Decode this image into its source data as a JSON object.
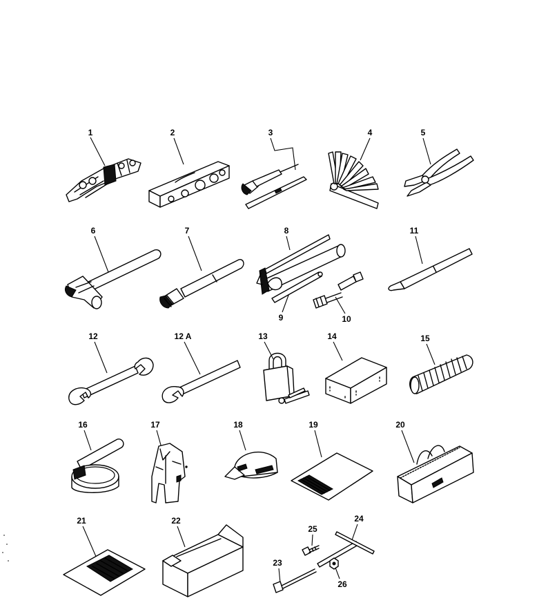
{
  "parts": [
    {
      "id": "p1",
      "label": "1",
      "icon": "wrench-set-icon"
    },
    {
      "id": "p2",
      "label": "2",
      "icon": "socket-set-case-icon"
    },
    {
      "id": "p3",
      "label": "3",
      "icon": "screwdriver-icon"
    },
    {
      "id": "p4",
      "label": "4",
      "icon": "feeler-gauge-icon"
    },
    {
      "id": "p5",
      "label": "5",
      "icon": "pliers-icon"
    },
    {
      "id": "p6",
      "label": "6",
      "icon": "hammer-icon"
    },
    {
      "id": "p7",
      "label": "7",
      "icon": "socket-handle-icon"
    },
    {
      "id": "p8",
      "label": "8",
      "icon": "grease-gun-icon"
    },
    {
      "id": "p9",
      "label": "9",
      "icon": "grease-gun-nozzle-icon"
    },
    {
      "id": "p10",
      "label": "10",
      "icon": "grease-nozzle-adapter-icon"
    },
    {
      "id": "p11",
      "label": "11",
      "icon": "pry-bar-icon"
    },
    {
      "id": "p12",
      "label": "12",
      "icon": "double-end-wrench-icon"
    },
    {
      "id": "p12a",
      "label": "12 A",
      "icon": "single-end-wrench-icon"
    },
    {
      "id": "p13",
      "label": "13",
      "icon": "padlock-icon"
    },
    {
      "id": "p14",
      "label": "14",
      "icon": "box-icon"
    },
    {
      "id": "p15",
      "label": "15",
      "icon": "bellows-hose-icon"
    },
    {
      "id": "p16",
      "label": "16",
      "icon": "filter-wrench-icon"
    },
    {
      "id": "p17",
      "label": "17",
      "icon": "coverall-icon"
    },
    {
      "id": "p18",
      "label": "18",
      "icon": "cap-icon"
    },
    {
      "id": "p19",
      "label": "19",
      "icon": "manual-icon"
    },
    {
      "id": "p20",
      "label": "20",
      "icon": "tool-bag-icon"
    },
    {
      "id": "p21",
      "label": "21",
      "icon": "manual-icon"
    },
    {
      "id": "p22",
      "label": "22",
      "icon": "carton-box-icon"
    },
    {
      "id": "p23",
      "label": "23",
      "icon": "bolt-icon"
    },
    {
      "id": "p24",
      "label": "24",
      "icon": "t-handle-icon"
    },
    {
      "id": "p25",
      "label": "25",
      "icon": "bolt-icon"
    },
    {
      "id": "p26",
      "label": "26",
      "icon": "nut-icon"
    }
  ]
}
